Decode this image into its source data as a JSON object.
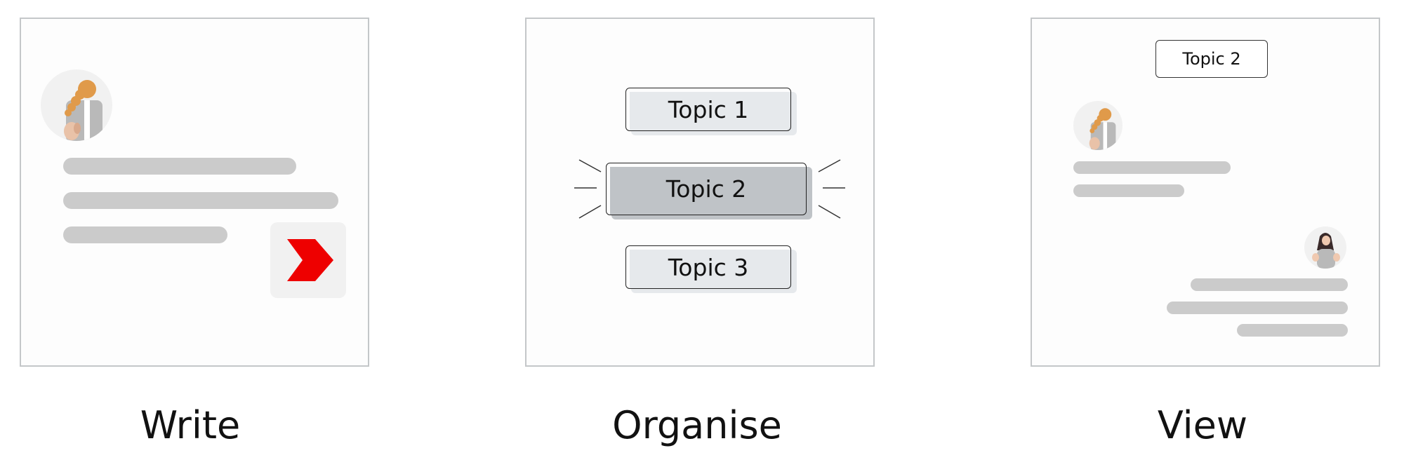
{
  "panels": {
    "write": {
      "caption": "Write"
    },
    "organise": {
      "caption": "Organise",
      "topics": [
        "Topic 1",
        "Topic 2",
        "Topic 3"
      ],
      "selected_topic": "Topic 2"
    },
    "view": {
      "caption": "View",
      "topic_tag": "Topic 2"
    }
  },
  "icons": {
    "send": "send-arrow-icon",
    "avatar_writer": "woman-braid-avatar-icon",
    "avatar_reader": "woman-dark-hair-avatar-icon"
  },
  "colors": {
    "send_arrow": "#ee0000",
    "placeholder_line": "#cbcbcb",
    "topic_fill": "#e6e9ec",
    "topic_selected_fill": "#bfc3c7",
    "panel_border": "#c4c7c9"
  }
}
